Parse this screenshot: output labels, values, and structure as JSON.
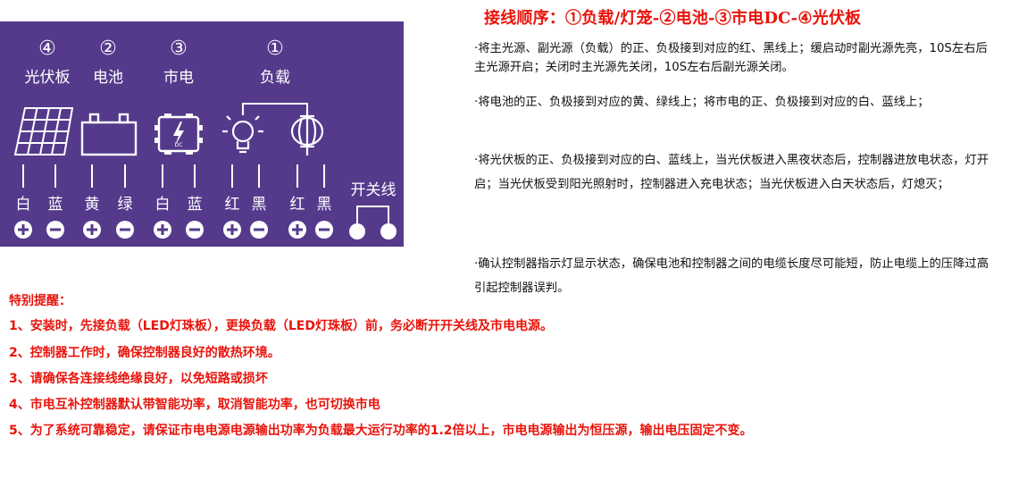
{
  "diagram": {
    "heading": "接线顺序：①负载/灯笼-②电池-③市电DC-④光伏板",
    "groups": [
      {
        "number": "④",
        "name": "光伏板",
        "icon": "solar-panel-icon"
      },
      {
        "number": "②",
        "name": "电池",
        "icon": "battery-icon"
      },
      {
        "number": "③",
        "name": "市电",
        "icon": "power-adapter-dc-icon"
      },
      {
        "number": "①",
        "name": "负载",
        "icon": "bulb-lantern-icon"
      }
    ],
    "adapter_label": "DC",
    "wire_labels": [
      "白",
      "蓝",
      "黄",
      "绿",
      "白",
      "蓝",
      "红",
      "黑",
      "红",
      "黑"
    ],
    "switch_label": "开关线"
  },
  "instructions": [
    "·将主光源、副光源（负载）的正、负极接到对应的红、黑线上；缓启动时副光源先亮，10S左右后主光源开启；关闭时主光源先关闭，10S左右后副光源关闭。",
    "·将电池的正、负极接到对应的黄、绿线上；将市电的正、负极接到对应的白、蓝线上；",
    "·将光伏板的正、负极接到对应的白、蓝线上，当光伏板进入黑夜状态后，控制器进放电状态，灯开启；当光伏板受到阳光照射时，控制器进入充电状态；当光伏板进入白天状态后，灯熄灭；",
    "·确认控制器指示灯显示状态，确保电池和控制器之间的电缆长度尽可能短，防止电缆上的压降过高引起控制器误判。"
  ],
  "notes": {
    "title": "特别提醒：",
    "items": [
      "1、安装时，先接负载（LED灯珠板），更换负载（LED灯珠板）前，务必断开开关线及市电电源。",
      "2、控制器工作时，确保控制器良好的散热环境。",
      "3、请确保各连接线绝缘良好，以免短路或损坏",
      "4、市电互补控制器默认带智能功率，取消智能功率，也可切换市电",
      "5、为了系统可靠稳定，请保证市电电源电源输出功率为负载最大运行功率的1.2倍以上，市电电源输出为恒压源，输出电压固定不变。"
    ]
  },
  "colors": {
    "panel": "#553a8c",
    "accent": "#e8140c"
  }
}
